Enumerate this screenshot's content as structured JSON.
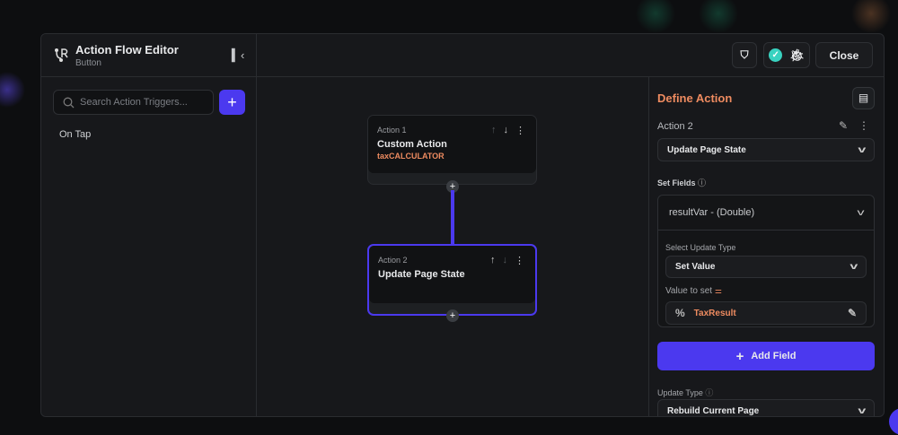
{
  "header": {
    "title": "Action Flow Editor",
    "subtitle": "Button",
    "close_label": "Close"
  },
  "sidebar": {
    "search_placeholder": "Search Action Triggers...",
    "add_label": "+",
    "triggers": [
      {
        "label": "On Tap"
      }
    ]
  },
  "canvas": {
    "actions": [
      {
        "label": "Action 1",
        "name": "Custom Action",
        "subtitle": "taxCALCULATOR"
      },
      {
        "label": "Action 2",
        "name": "Update Page State"
      }
    ]
  },
  "panel": {
    "title": "Define Action",
    "action_label": "Action 2",
    "action_type": "Update Page State",
    "set_fields_label": "Set Fields",
    "field_name": "resultVar - (Double)",
    "select_update_type_label": "Select Update Type",
    "update_type_value": "Set Value",
    "value_to_set_label": "Value to set",
    "value": "TaxResult",
    "add_field_label": "Add Field",
    "update_type_label": "Update Type",
    "rebuild_value": "Rebuild Current Page"
  },
  "colors": {
    "accent": "#4b39ef",
    "orange": "#ee8b60",
    "success": "#39d2c0"
  }
}
